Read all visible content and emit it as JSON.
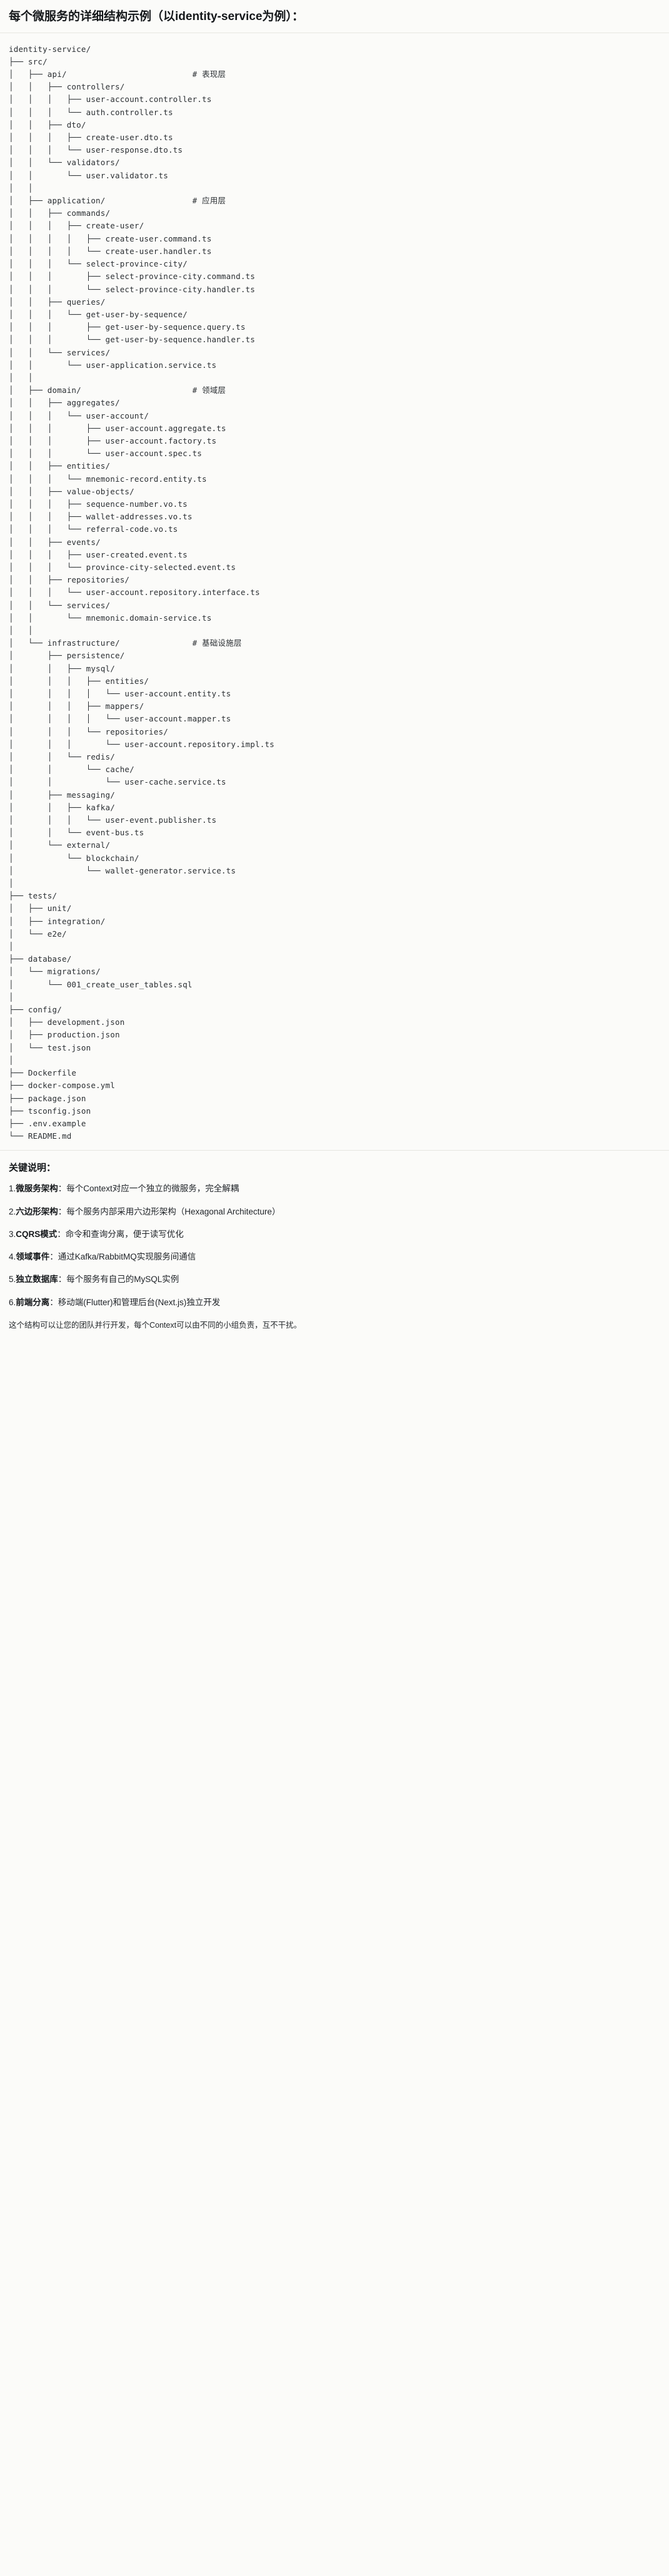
{
  "header": {
    "title": "每个微服务的详细结构示例（以identity-service为例）："
  },
  "tree": {
    "root_label": "identity-service/",
    "text": "identity-service/\n├── src/\n│   ├── api/                          # 表现层\n│   │   ├── controllers/\n│   │   │   ├── user-account.controller.ts\n│   │   │   └── auth.controller.ts\n│   │   ├── dto/\n│   │   │   ├── create-user.dto.ts\n│   │   │   └── user-response.dto.ts\n│   │   └── validators/\n│   │       └── user.validator.ts\n│   │\n│   ├── application/                  # 应用层\n│   │   ├── commands/\n│   │   │   ├── create-user/\n│   │   │   │   ├── create-user.command.ts\n│   │   │   │   └── create-user.handler.ts\n│   │   │   └── select-province-city/\n│   │   │       ├── select-province-city.command.ts\n│   │   │       └── select-province-city.handler.ts\n│   │   ├── queries/\n│   │   │   └── get-user-by-sequence/\n│   │   │       ├── get-user-by-sequence.query.ts\n│   │   │       └── get-user-by-sequence.handler.ts\n│   │   └── services/\n│   │       └── user-application.service.ts\n│   │\n│   ├── domain/                       # 领域层\n│   │   ├── aggregates/\n│   │   │   └── user-account/\n│   │   │       ├── user-account.aggregate.ts\n│   │   │       ├── user-account.factory.ts\n│   │   │       └── user-account.spec.ts\n│   │   ├── entities/\n│   │   │   └── mnemonic-record.entity.ts\n│   │   ├── value-objects/\n│   │   │   ├── sequence-number.vo.ts\n│   │   │   ├── wallet-addresses.vo.ts\n│   │   │   └── referral-code.vo.ts\n│   │   ├── events/\n│   │   │   ├── user-created.event.ts\n│   │   │   └── province-city-selected.event.ts\n│   │   ├── repositories/\n│   │   │   └── user-account.repository.interface.ts\n│   │   └── services/\n│   │       └── mnemonic.domain-service.ts\n│   │\n│   └── infrastructure/               # 基础设施层\n│       ├── persistence/\n│       │   ├── mysql/\n│       │   │   ├── entities/\n│       │   │   │   └── user-account.entity.ts\n│       │   │   ├── mappers/\n│       │   │   │   └── user-account.mapper.ts\n│       │   │   └── repositories/\n│       │   │       └── user-account.repository.impl.ts\n│       │   └── redis/\n│       │       └── cache/\n│       │           └── user-cache.service.ts\n│       ├── messaging/\n│       │   ├── kafka/\n│       │   │   └── user-event.publisher.ts\n│       │   └── event-bus.ts\n│       └── external/\n│           └── blockchain/\n│               └── wallet-generator.service.ts\n│\n├── tests/\n│   ├── unit/\n│   ├── integration/\n│   └── e2e/\n│\n├── database/\n│   └── migrations/\n│       └── 001_create_user_tables.sql\n│\n├── config/\n│   ├── development.json\n│   ├── production.json\n│   └── test.json\n│\n├── Dockerfile\n├── docker-compose.yml\n├── package.json\n├── tsconfig.json\n├── .env.example\n└── README.md",
    "layer_comments": [
      {
        "path": "src/api/",
        "comment": "# 表现层"
      },
      {
        "path": "src/application/",
        "comment": "# 应用层"
      },
      {
        "path": "src/domain/",
        "comment": "# 领域层"
      },
      {
        "path": "src/infrastructure/",
        "comment": "# 基础设施层"
      }
    ]
  },
  "keypoints": {
    "title": "关键说明：",
    "items": [
      {
        "num": "1.",
        "term": "微服务架构",
        "colon": "：",
        "desc": "每个Context对应一个独立的微服务，完全解耦"
      },
      {
        "num": "2.",
        "term": "六边形架构",
        "colon": "：",
        "desc": "每个服务内部采用六边形架构（Hexagonal Architecture）"
      },
      {
        "num": "3.",
        "term": "CQRS模式",
        "colon": "：",
        "desc": "命令和查询分离，便于读写优化"
      },
      {
        "num": "4.",
        "term": "领域事件",
        "colon": "：",
        "desc": "通过Kafka/RabbitMQ实现服务间通信"
      },
      {
        "num": "5.",
        "term": "独立数据库",
        "colon": "：",
        "desc": "每个服务有自己的MySQL实例"
      },
      {
        "num": "6.",
        "term": "前端分离",
        "colon": "：",
        "desc": "移动端(Flutter)和管理后台(Next.js)独立开发"
      }
    ],
    "footer": "这个结构可以让您的团队并行开发，每个Context可以由不同的小组负责，互不干扰。"
  }
}
